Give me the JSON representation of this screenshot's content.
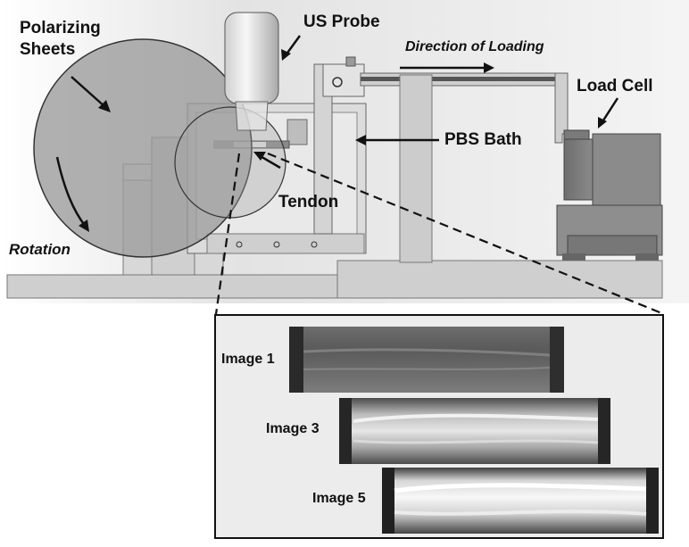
{
  "labels": {
    "polarizing_sheets": [
      "Polarizing",
      "Sheets"
    ],
    "us_probe": "US Probe",
    "direction_of_loading": "Direction of Loading",
    "load_cell": "Load Cell",
    "pbs_bath": "PBS Bath",
    "tendon": "Tendon",
    "rotation": "Rotation"
  },
  "inset_images": [
    {
      "label": "Image 1",
      "brightness": "dark"
    },
    {
      "label": "Image 3",
      "brightness": "medium"
    },
    {
      "label": "Image 5",
      "brightness": "bright"
    }
  ]
}
